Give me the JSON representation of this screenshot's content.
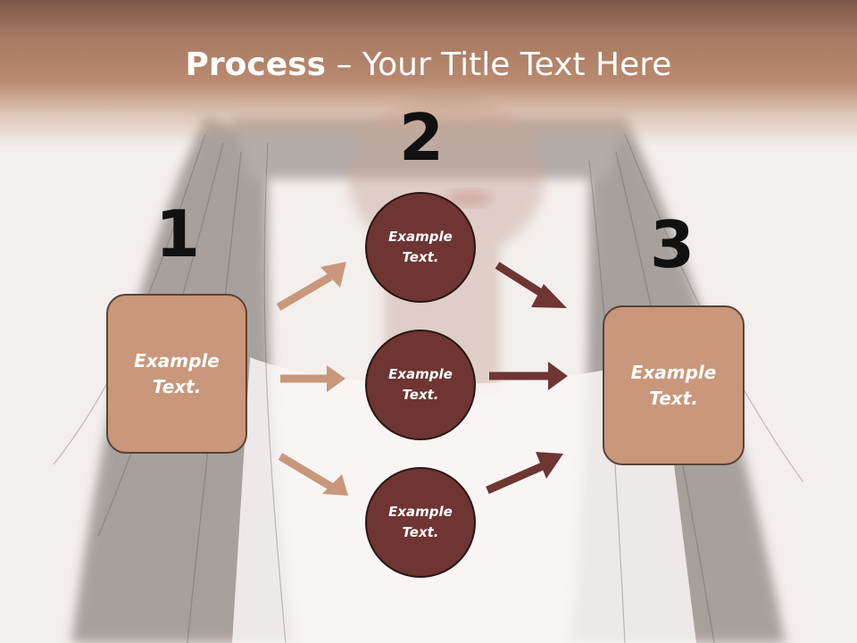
{
  "title": {
    "bold": "Process",
    "rest": " – Your Title Text Here"
  },
  "steps": {
    "one": "1",
    "two": "2",
    "three": "3"
  },
  "left_box": {
    "text": "Example Text."
  },
  "right_box": {
    "text": "Example Text."
  },
  "circles": [
    {
      "text": "Example Text."
    },
    {
      "text": "Example Text."
    },
    {
      "text": "Example Text."
    }
  ],
  "colors": {
    "title_band": "#b98a6f",
    "box_fill": "#c9977b",
    "circle_fill": "#6e3533",
    "arrow_light": "#c9977b",
    "arrow_dark": "#6e3533"
  },
  "background": {
    "image": "woman with long dark hair, faded"
  }
}
